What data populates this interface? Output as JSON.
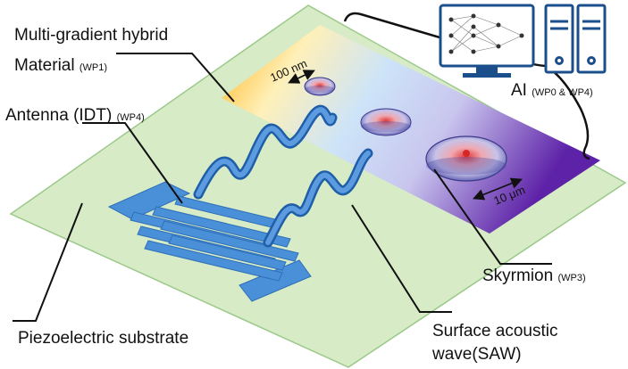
{
  "labels": {
    "material_line1": "Multi-gradient hybrid",
    "material_line2": "Material",
    "material_tag": "(WP1)",
    "antenna": "Antenna (IDT)",
    "antenna_tag": "(WP4)",
    "ai": "AI",
    "ai_tag": "(WP0 & WP4)",
    "skyrmion": "Skyrmion",
    "skyrmion_tag": "(WP3)",
    "saw_line1": "Surface acoustic",
    "saw_line2": "wave(SAW)",
    "substrate": "Piezoelectric substrate",
    "scale_100nm": "100 nm",
    "scale_10um": "10 μm"
  },
  "icons": [
    "neural-network-icon",
    "server-tower-icon"
  ],
  "colors": {
    "substrate": "#d6ebc6",
    "substrate_edge": "#9cc98a",
    "material_orange": "#ffb21a",
    "material_lightblue": "#cfe3f7",
    "material_purple": "#6a2fb0",
    "idt_blue": "#4a90d9",
    "wave_blue": "#2e75c7"
  }
}
